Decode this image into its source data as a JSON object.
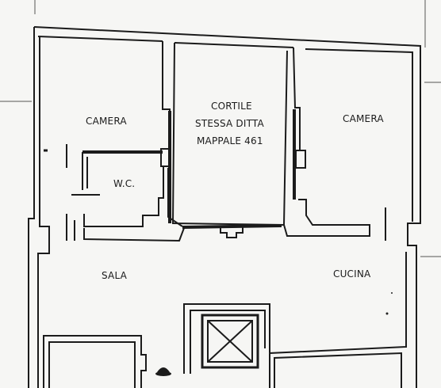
{
  "rooms": {
    "camera_left": "CAMERA",
    "wc": "W.C.",
    "cortile": [
      "CORTILE",
      "STESSA DITTA",
      "MAPPALE 461"
    ],
    "camera_right": "CAMERA",
    "sala": "SALA",
    "cucina": "CUCINA"
  },
  "colors": {
    "paper": "#f6f6f4",
    "ink": "#1b1b1b"
  }
}
